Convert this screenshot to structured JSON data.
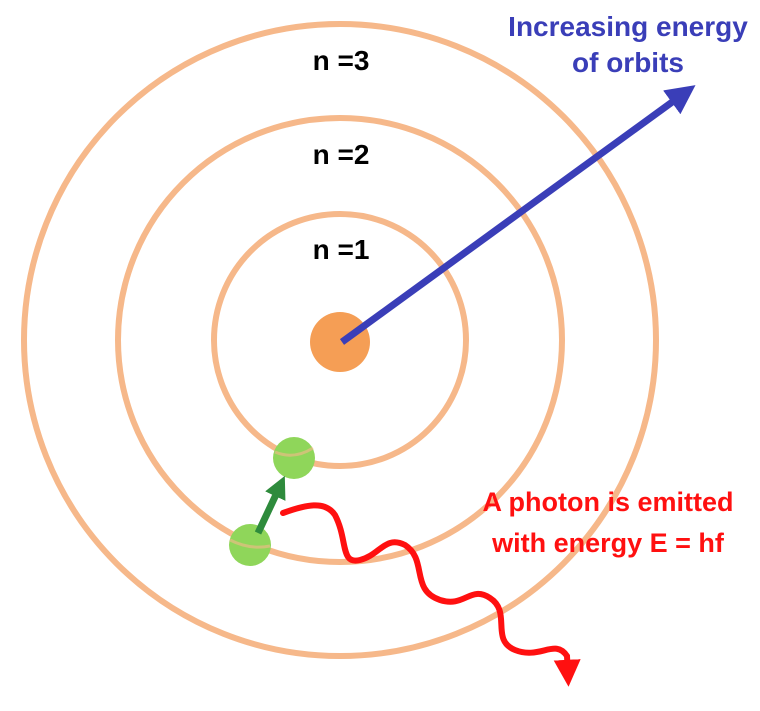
{
  "orbits": [
    {
      "label": "n =1"
    },
    {
      "label": "n =2"
    },
    {
      "label": "n =3"
    }
  ],
  "energy_arrow": {
    "label_line1": "Increasing energy",
    "label_line2": "of orbits"
  },
  "photon": {
    "label_line1": "A photon is emitted",
    "label_line2": "with energy E = hf"
  },
  "colors": {
    "orbit": "#f6b88a",
    "nucleus": "#f59e55",
    "electron": "#8fd65a",
    "transition_arrow": "#2e8b3c",
    "energy_arrow": "#3a3eb8",
    "photon": "#ff1010",
    "orbit_label": "#000000"
  }
}
